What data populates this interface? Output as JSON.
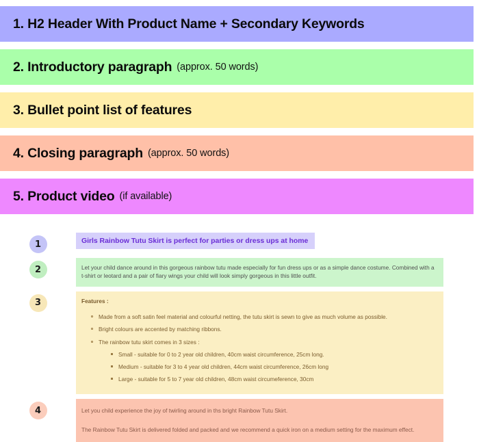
{
  "legend": {
    "items": [
      {
        "main": "1. H2 Header With Product Name + Secondary Keywords",
        "sub": "",
        "color": "#aaaaff"
      },
      {
        "main": "2. Introductory paragraph",
        "sub": "(approx. 50 words)",
        "color": "#aaffaa"
      },
      {
        "main": "3. Bullet point list of features",
        "sub": "",
        "color": "#ffeeaa"
      },
      {
        "main": "4. Closing paragraph",
        "sub": "(approx. 50 words)",
        "color": "#ffc0a8"
      },
      {
        "main": "5. Product video",
        "sub": "(if available)",
        "color": "#ee88ff"
      }
    ]
  },
  "example": {
    "blocks": [
      {
        "badge": "1",
        "badge_color": "#c4c4f7",
        "block_color": "#d6d0fb",
        "heading": "Girls Rainbow Tutu Skirt is perfect for parties or dress ups at home"
      },
      {
        "badge": "2",
        "badge_color": "#c0eec0",
        "block_color": "#ccf5cc",
        "paragraphs": [
          "Let your child dance around in this gorgeous rainbow tutu made especially for fun dress ups or as a simple dance costume. Combined with a t-shirt or leotard and a pair of fiary wings your child will look simply gorgeous in this little outfit."
        ]
      },
      {
        "badge": "3",
        "badge_color": "#f7e7b8",
        "block_color": "#fbefc4",
        "features_label": "Features :",
        "bullets": [
          "Made from a soft satin feel material and colourful netting, the tutu skirt is sewn to give as much volume as possible.",
          "Bright colours are accented by matching ribbons.",
          "The rainbow tutu skirt comes in 3 sizes  :"
        ],
        "subbullets": [
          "Small - suitable for 0 to 2 year old children, 40cm waist circumference, 25cm long.",
          "Medium - suitable for 3 to 4 year old children, 44cm waist circumference, 26cm long",
          "Large - suitable for 5 to 7 year old children, 48cm waist circumeference, 30cm"
        ]
      },
      {
        "badge": "4",
        "badge_color": "#fbcdbc",
        "block_color": "#fcc4b0",
        "paragraphs": [
          "Let you child experience the joy of twirling around in ths bright Rainbow Tutu Skirt.",
          "The Rainbow Tutu Skirt is delivered folded and packed and we recommend a quick iron on a medium setting for the maximum effect."
        ]
      }
    ]
  }
}
